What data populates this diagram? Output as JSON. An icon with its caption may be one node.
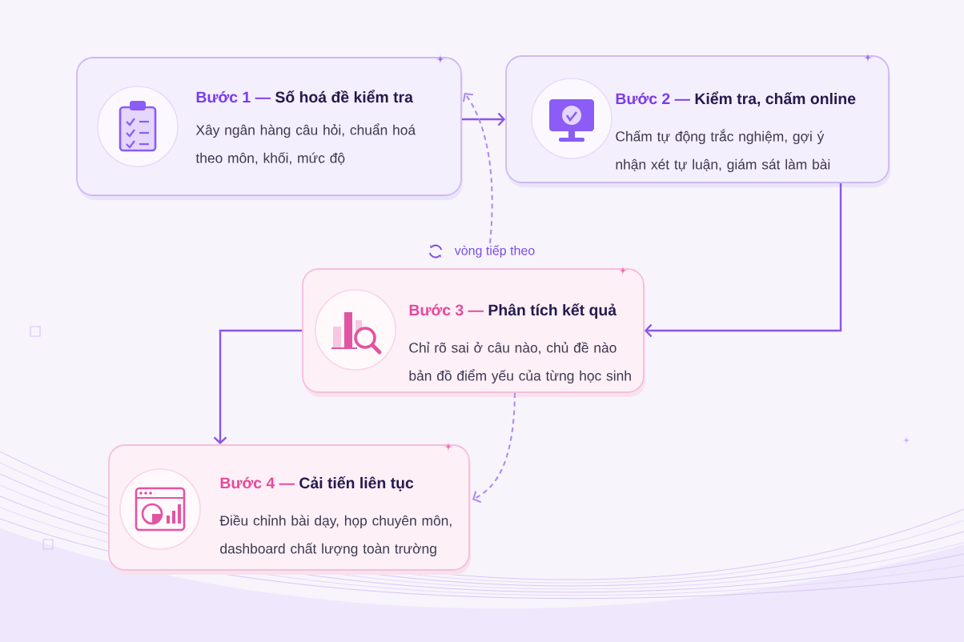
{
  "diagram": {
    "nodes": [
      {
        "text": [
          "Bước 1 —",
          "Số hoá đề kiểm tra",
          "Xây ngân hàng câu hỏi, chuẩn hoá theo môn, khối, mức độ"
        ]
      },
      {
        "text": [
          "Bước 2 —",
          "Kiểm tra, chấm online",
          "Chấm tự động trắc nghiệm, gợi ý nhận xét tự luận, giám sát làm bài"
        ]
      },
      {
        "text": [
          "Bước 3 —",
          "Phân tích kết quả",
          "Chỉ rõ sai ở câu nào, chủ đề nào bản đồ điểm yếu của từng học sinh"
        ]
      },
      {
        "text": [
          "Bước 4 —",
          "Cải tiến liên tục",
          "Điều chỉnh bài dạy, họp chuyên môn, dashboard chất lượng toàn trường"
        ]
      },
      {
        "text": [
          "vòng tiếp theo"
        ]
      }
    ],
    "edges": [
      {
        "from": 0,
        "to": 1,
        "arrow": "to"
      },
      {
        "from": 1,
        "to": 2,
        "arrow": "to"
      },
      {
        "from": 2,
        "to": 3,
        "arrow": "to"
      },
      {
        "from": 4,
        "to": 0,
        "arrow": "to",
        "style": "dashed",
        "color": "#a98af0"
      },
      {
        "from": 2,
        "to": 3,
        "arrow": "to",
        "style": "dashed",
        "color": "#a98af0"
      }
    ]
  }
}
